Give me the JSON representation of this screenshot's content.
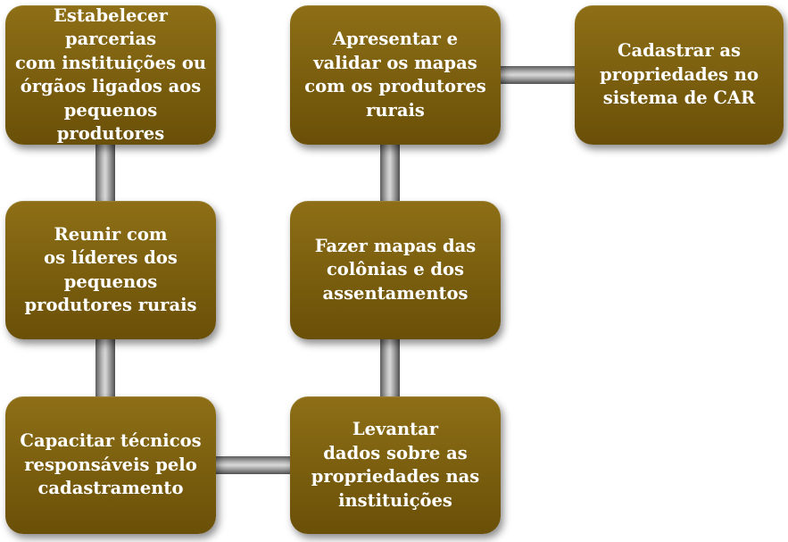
{
  "diagram": {
    "steps": [
      {
        "id": "step1",
        "label": "Estabelecer parcerias\ncom instituições ou\nórgãos ligados aos\npequenos produtores"
      },
      {
        "id": "step2",
        "label": "Reunir com\nos líderes dos\npequenos\nprodutores rurais"
      },
      {
        "id": "step3",
        "label": "Capacitar técnicos\nresponsáveis pelo\ncadastramento"
      },
      {
        "id": "step4",
        "label": "Levantar\ndados sobre as\npropriedades nas\ninstituições"
      },
      {
        "id": "step5",
        "label": "Fazer mapas das\ncolônias e dos\nassentamentos"
      },
      {
        "id": "step6",
        "label": "Apresentar e\nvalidar os mapas\ncom os produtores\nrurais"
      },
      {
        "id": "step7",
        "label": "Cadastrar as\npropriedades no\nsistema de CAR"
      }
    ],
    "colors": {
      "box_fill": "#7a5e0e",
      "box_text": "#ffffff",
      "connector": "#b0b0b0"
    }
  }
}
